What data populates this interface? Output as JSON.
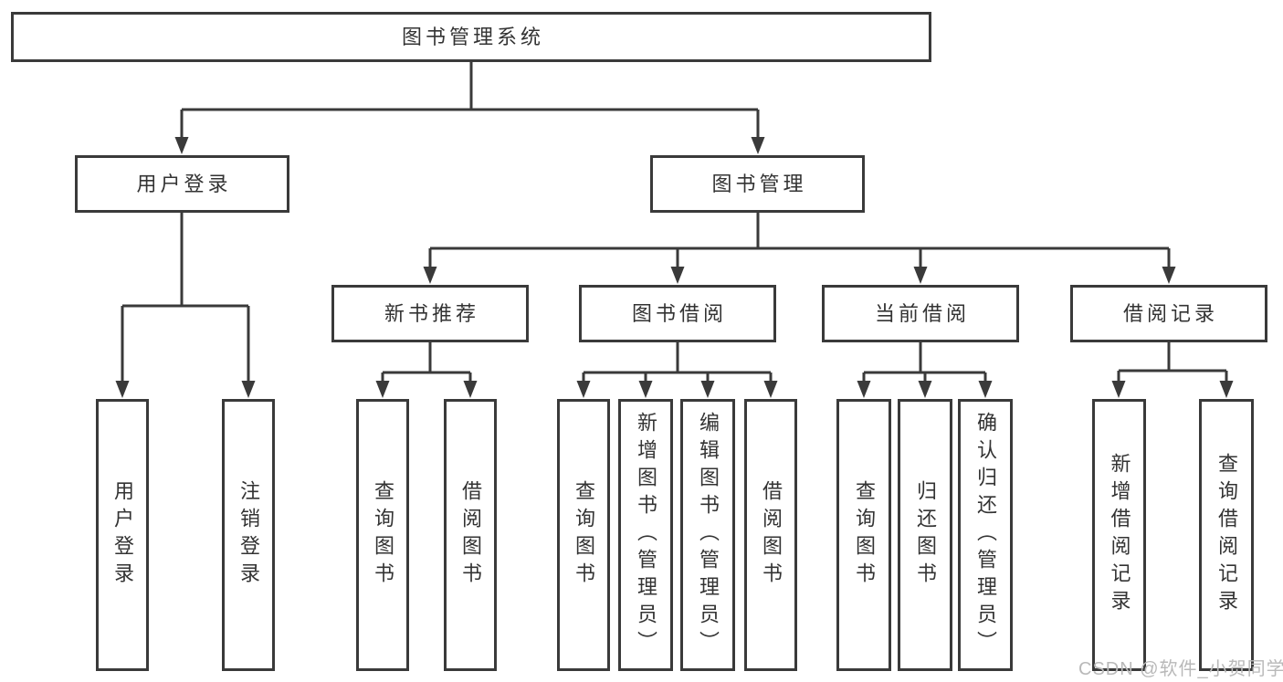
{
  "tree": {
    "label": "图书管理系统",
    "children": [
      {
        "label": "用户登录",
        "children": [
          {
            "label": "用户登录"
          },
          {
            "label": "注销登录"
          }
        ]
      },
      {
        "label": "图书管理",
        "children": [
          {
            "label": "新书推荐",
            "children": [
              {
                "label": "查询图书"
              },
              {
                "label": "借阅图书"
              }
            ]
          },
          {
            "label": "图书借阅",
            "children": [
              {
                "label": "查询图书"
              },
              {
                "label": "新增图书（管理员）"
              },
              {
                "label": "编辑图书（管理员）"
              },
              {
                "label": "借阅图书"
              }
            ]
          },
          {
            "label": "当前借阅",
            "children": [
              {
                "label": "查询图书"
              },
              {
                "label": "归还图书"
              },
              {
                "label": "确认归还（管理员）"
              }
            ]
          },
          {
            "label": "借阅记录",
            "children": [
              {
                "label": "新增借阅记录"
              },
              {
                "label": "查询借阅记录"
              }
            ]
          }
        ]
      }
    ]
  },
  "watermark": "CSDN @软件_小贺同学",
  "colors": {
    "line": "#3a3a3a",
    "text": "#333333",
    "watermark": "#b9b9b9",
    "background": "#ffffff"
  }
}
